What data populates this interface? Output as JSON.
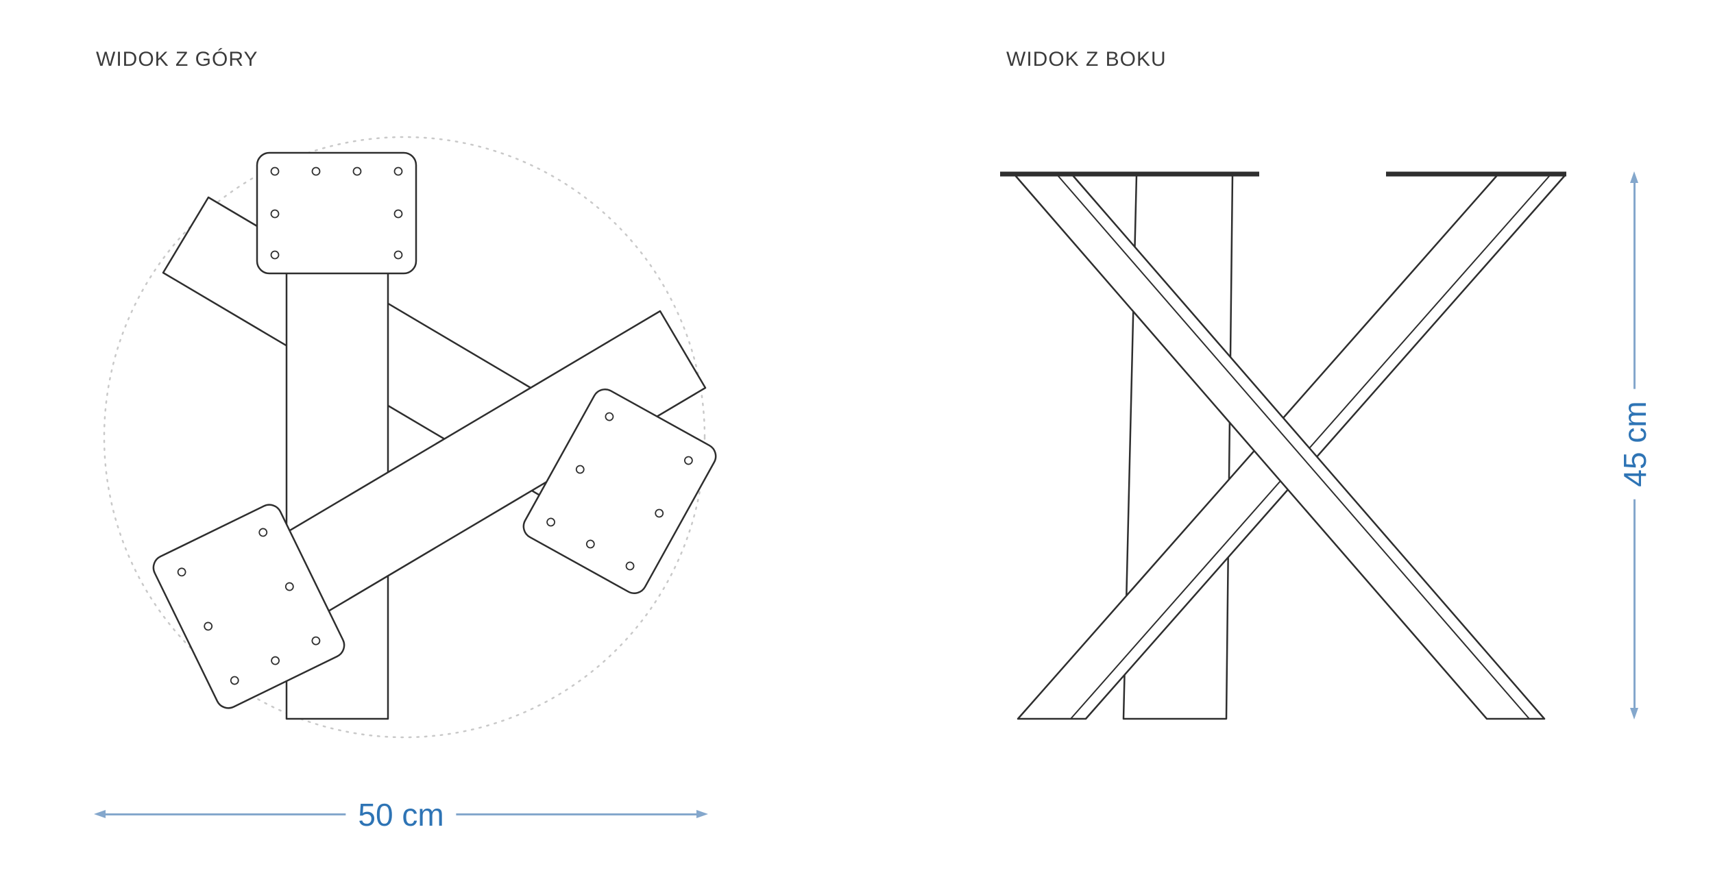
{
  "top_view": {
    "title": "WIDOK Z GÓRY",
    "dimension": {
      "label": "50 cm",
      "value": 50,
      "unit": "cm",
      "orientation": "horizontal"
    }
  },
  "side_view": {
    "title": "WIDOK Z BOKU",
    "dimension": {
      "label": "45 cm",
      "value": 45,
      "unit": "cm",
      "orientation": "vertical"
    }
  },
  "colors": {
    "dimension_text": "#2e74b5",
    "dimension_line": "#84a7cc",
    "drawing_outline": "#2e2e2e",
    "dashed_circle": "#c9c9c9",
    "tabletop_edge": "#2f2f2f",
    "title_text": "#3b3b3b",
    "background": "#ffffff"
  }
}
